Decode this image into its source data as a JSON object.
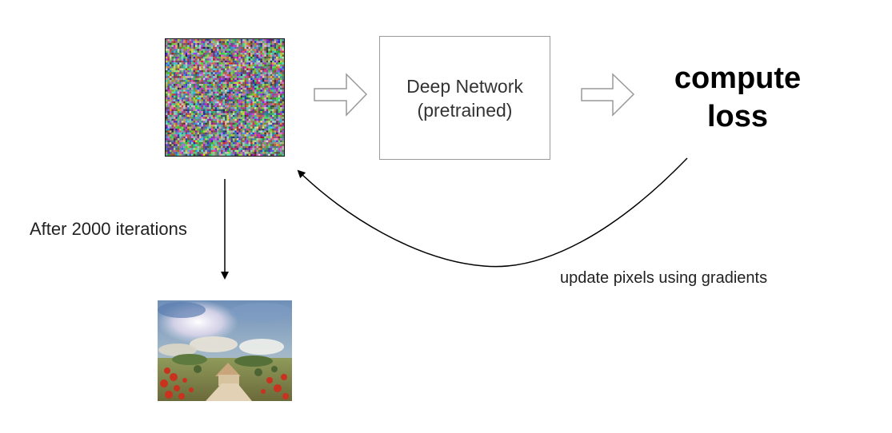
{
  "network_box": {
    "line1": "Deep Network",
    "line2": "(pretrained)"
  },
  "loss": {
    "line1": "compute",
    "line2": "loss"
  },
  "iterations_label": "After 2000 iterations",
  "update_label": "update pixels using gradients",
  "images": {
    "noise": "random-noise-image",
    "result": "impressionist-landscape-image"
  },
  "colors": {
    "box_border": "#9a9a9a",
    "arrow_outline": "#999999",
    "text": "#222222"
  }
}
